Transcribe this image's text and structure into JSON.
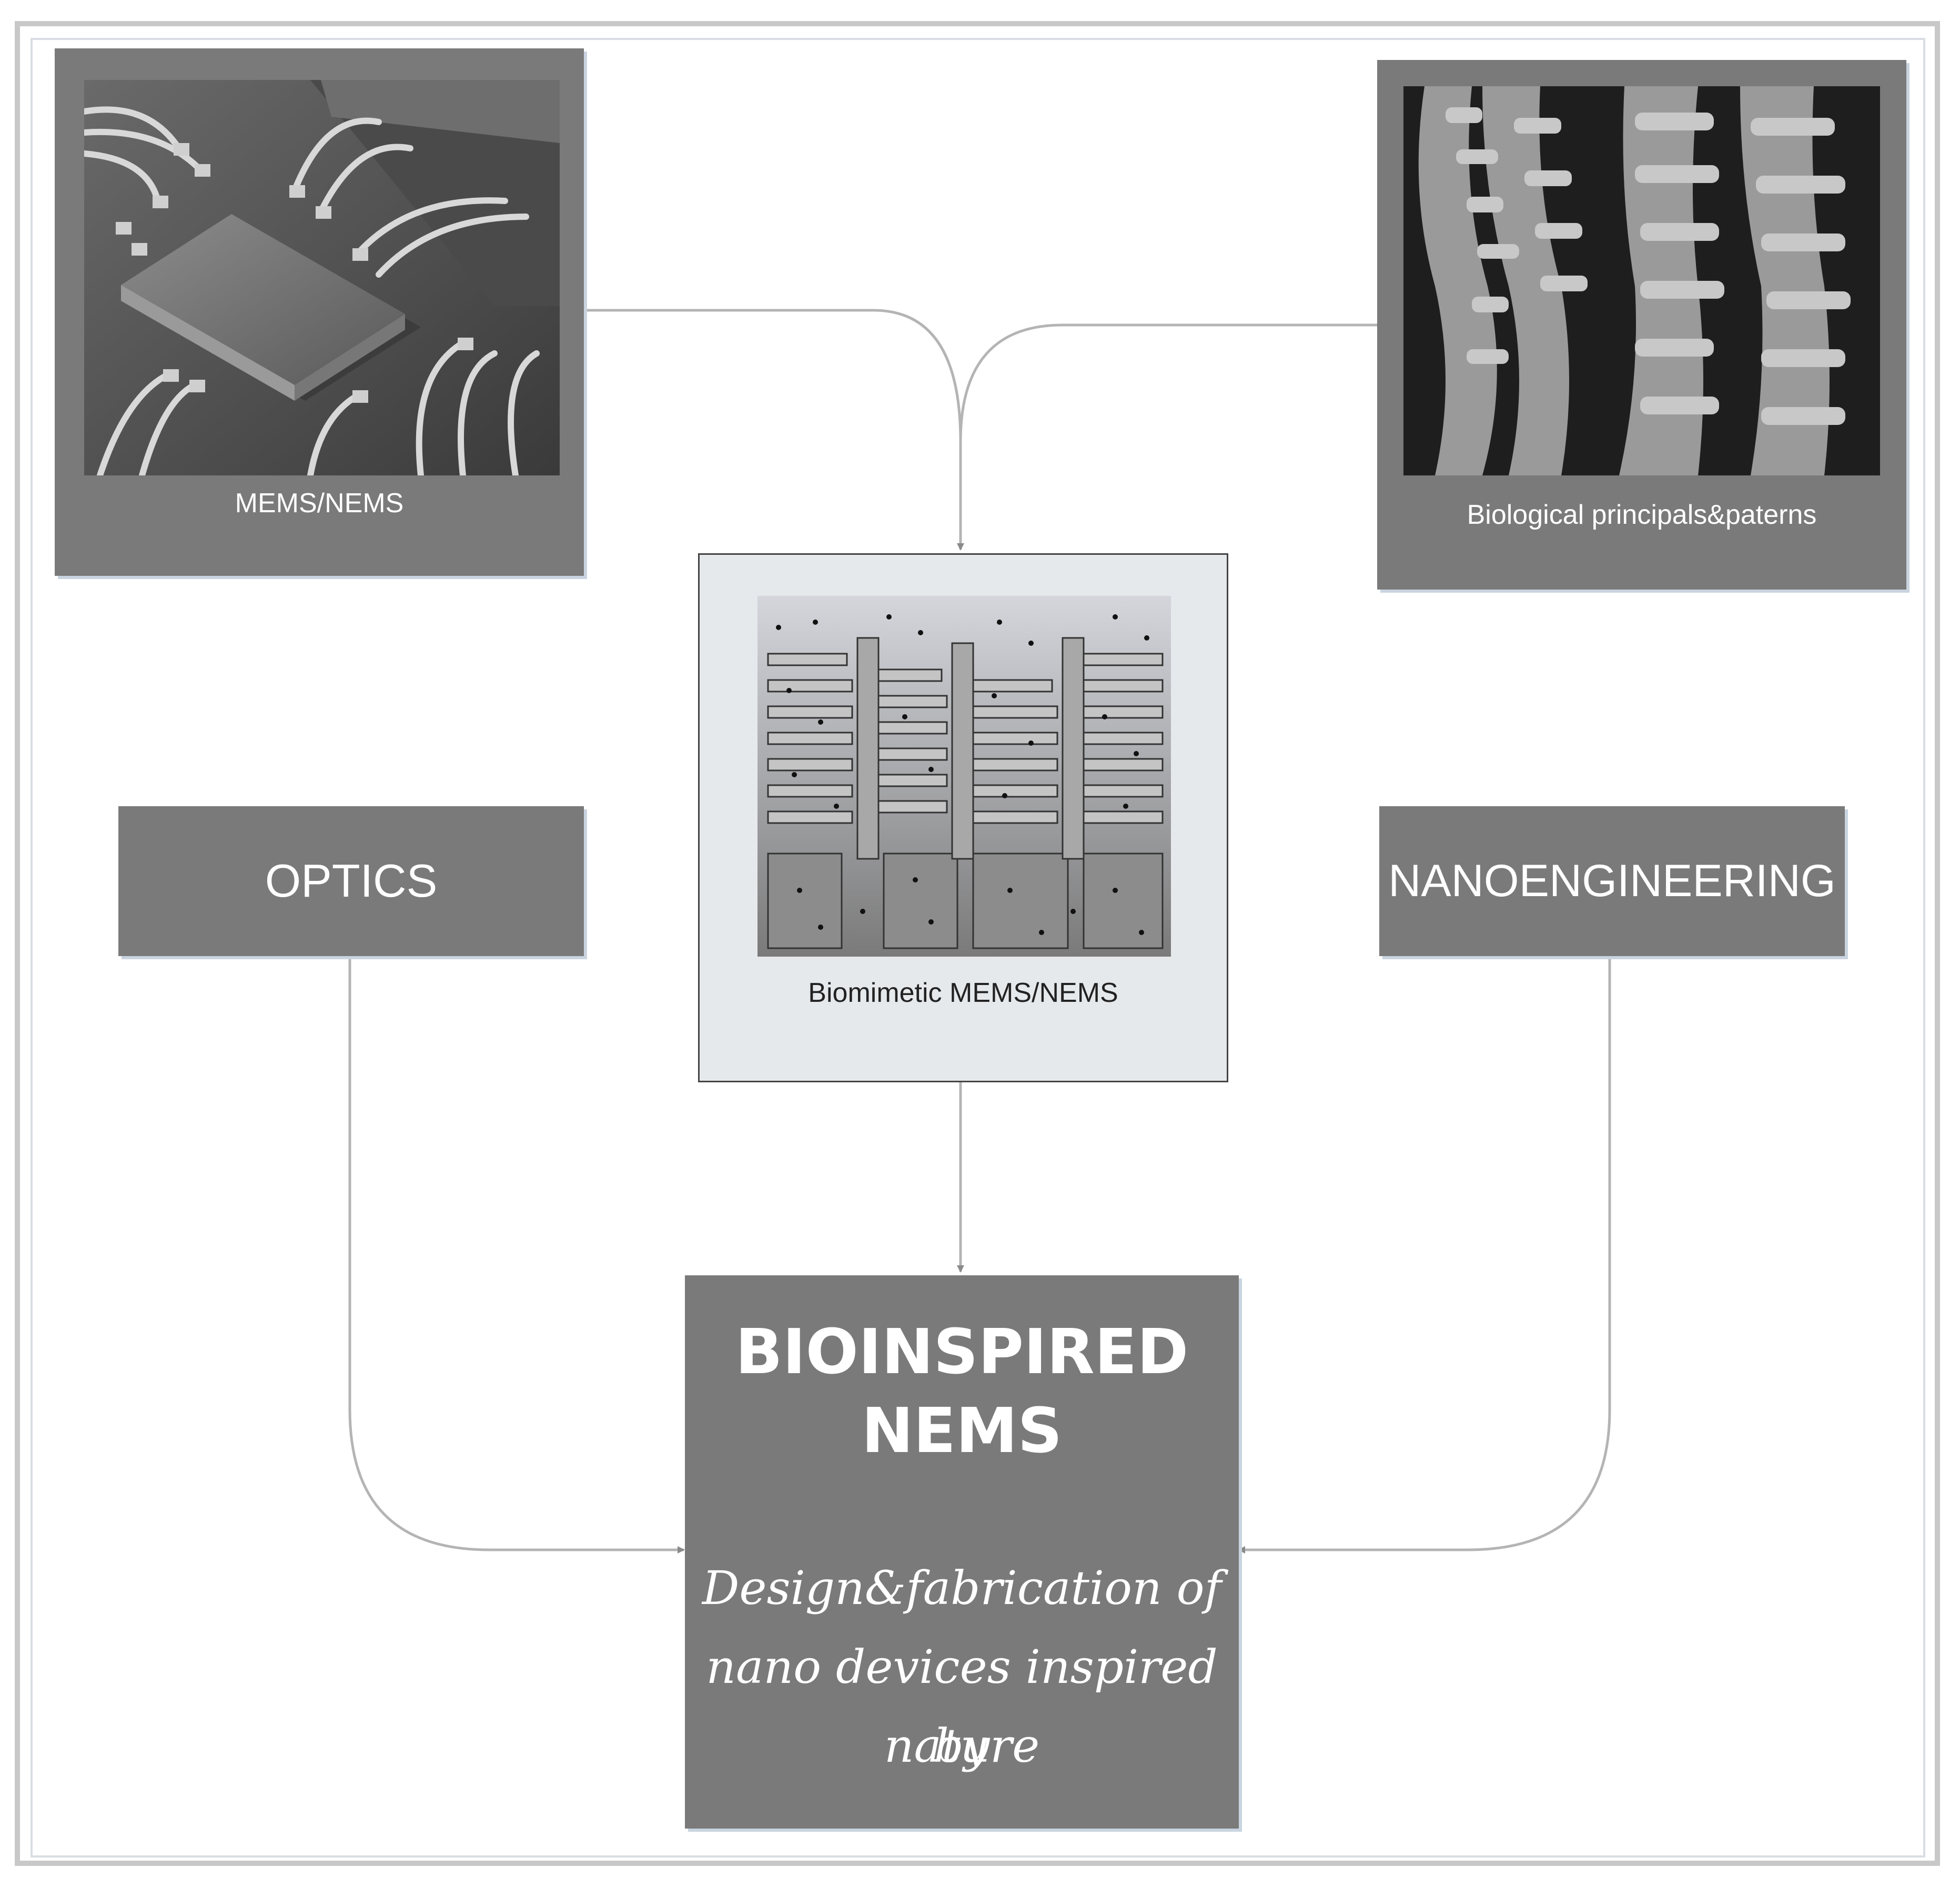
{
  "diagram": {
    "nodes": {
      "mems": {
        "label": "MEMS/NEMS",
        "image": "electron-micrograph-chip-with-bond-wires"
      },
      "bio": {
        "label": "Biological principals&paterns",
        "image": "electron-micrograph-biological-lamellae"
      },
      "biomimetic": {
        "label": "Biomimetic MEMS/NEMS",
        "image": "schematic-branched-nanostructure"
      },
      "optics": {
        "label": "OPTICS"
      },
      "nano": {
        "label": "NANOENGINEERING"
      },
      "result": {
        "title_line1": "BIOINSPIRED",
        "title_line2": "NEMS",
        "sub_line1": "Design&fabrication of",
        "sub_line2": "nano devices inspired by",
        "sub_line3": "nature"
      }
    },
    "edges": [
      {
        "from": "MEMS/NEMS",
        "to": "Biomimetic MEMS/NEMS"
      },
      {
        "from": "Biological principals&paterns",
        "to": "Biomimetic MEMS/NEMS"
      },
      {
        "from": "Biomimetic MEMS/NEMS",
        "to": "BIOINSPIRED NEMS"
      },
      {
        "from": "OPTICS",
        "to": "BIOINSPIRED NEMS"
      },
      {
        "from": "NANOENGINEERING",
        "to": "BIOINSPIRED NEMS"
      }
    ],
    "colors": {
      "box_fill": "#7a7a7a",
      "center_fill": "#e6e9ec",
      "connector": "#b4b4b4",
      "arrowhead": "#8a8a8a",
      "text": "#ffffff"
    }
  }
}
